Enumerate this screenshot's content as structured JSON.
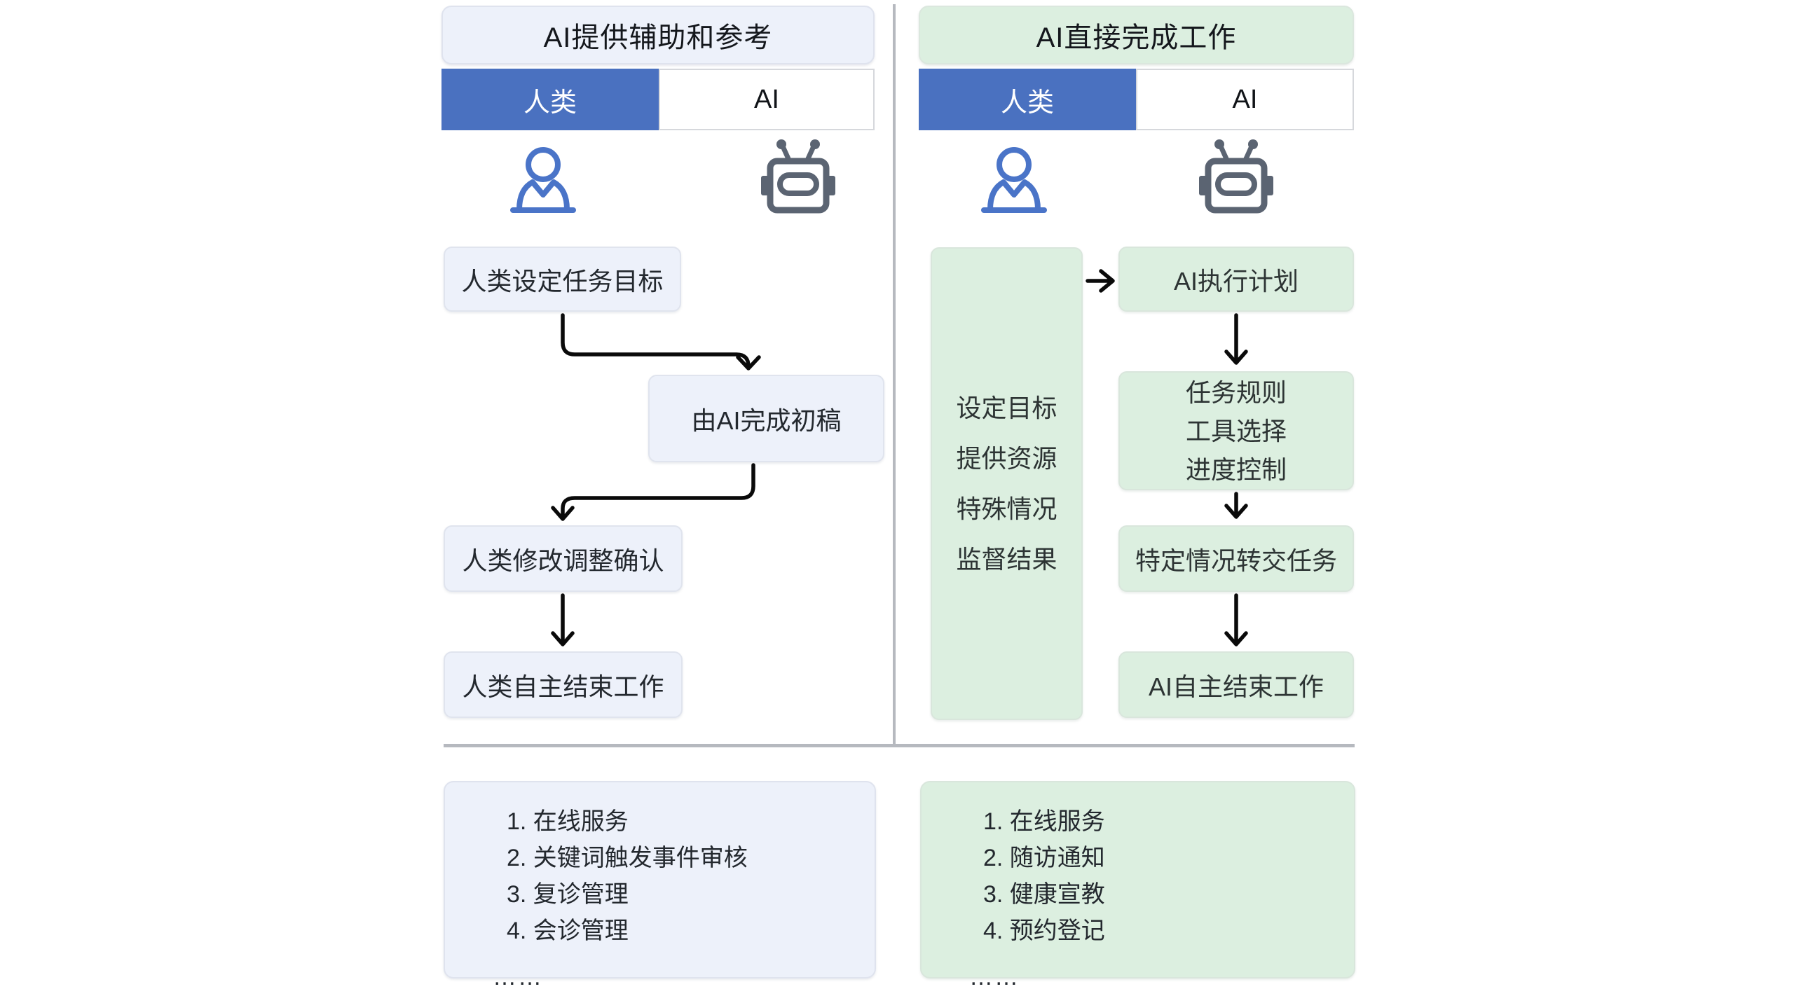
{
  "colors": {
    "accent_blue": "#4a71c0",
    "light_blue_box": "#edf1fa",
    "light_green_box": "#dcefe0",
    "icon_blue": "#4a74c8",
    "icon_gray": "#5b6472",
    "divider_gray": "#b6b9bf",
    "arrow_black": "#0a0a0a"
  },
  "left_panel": {
    "title": "AI提供辅助和参考",
    "tab_human": "人类",
    "tab_ai": "AI",
    "steps": {
      "set_goal": "人类设定任务目标",
      "ai_draft": "由AI完成初稿",
      "human_revise": "人类修改调整确认",
      "human_finish": "人类自主结束工作"
    },
    "examples": [
      "1. 在线服务",
      "2. 关键词触发事件审核",
      "3. 复诊管理",
      "4. 会诊管理"
    ],
    "ellipsis": "……"
  },
  "right_panel": {
    "title": "AI直接完成工作",
    "tab_human": "人类",
    "tab_ai": "AI",
    "human_role_lines": [
      "设定目标",
      "提供资源",
      "特殊情况",
      "监督结果"
    ],
    "steps": {
      "ai_execute": "AI执行计划",
      "plan_lines": [
        "任务规则",
        "工具选择",
        "进度控制"
      ],
      "handoff": "特定情况转交任务",
      "ai_finish": "AI自主结束工作"
    },
    "examples": [
      "1. 在线服务",
      "2. 随访通知",
      "3. 健康宣教",
      "4. 预约登记"
    ],
    "ellipsis": "……"
  }
}
